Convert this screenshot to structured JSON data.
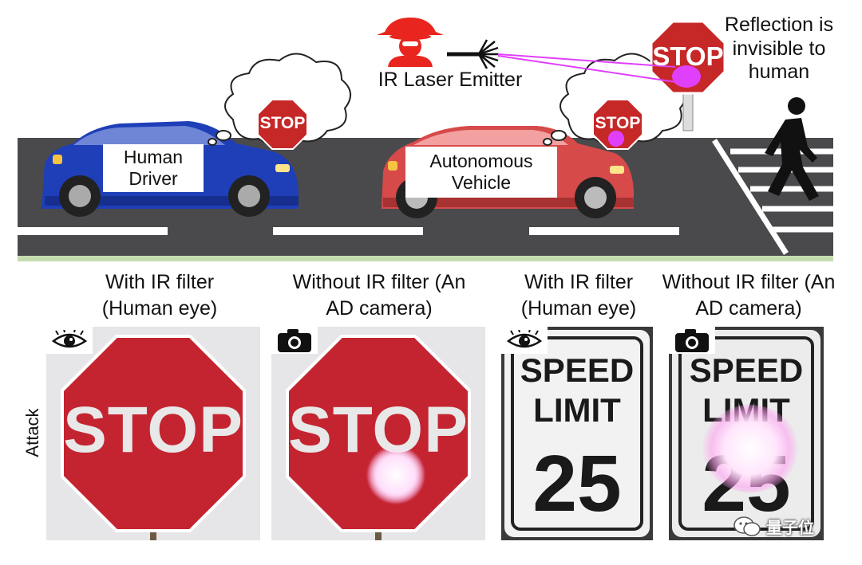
{
  "scene": {
    "attacker_label": "IR Laser Emitter",
    "reflection_label": "Reflection is invisible to human",
    "human_driver_label": "Human Driver",
    "autonomous_vehicle_label": "Autonomous Vehicle",
    "thought_sign_text": "STOP",
    "roadside_sign_text": "STOP"
  },
  "panels": [
    {
      "caption": "With IR filter (Human eye)",
      "sign": "STOP",
      "view": "eye-icon"
    },
    {
      "caption": "Without IR filter (An AD camera)",
      "sign": "STOP",
      "view": "camera-icon"
    },
    {
      "caption": "With IR filter (Human eye)",
      "sign_line1": "SPEED",
      "sign_line2": "LIMIT",
      "sign_value": "25",
      "view": "eye-icon"
    },
    {
      "caption": "Without IR filter (An AD camera)",
      "sign_line1": "SPEED",
      "sign_line2": "LIMIT",
      "sign_value": "25",
      "view": "camera-icon"
    }
  ],
  "row_label": "Attack",
  "watermark": "量子位",
  "colors": {
    "road": "#4a4a4c",
    "stop_red": "#c62828",
    "laser": "#e040fb",
    "divider": "#c5dcb0"
  }
}
